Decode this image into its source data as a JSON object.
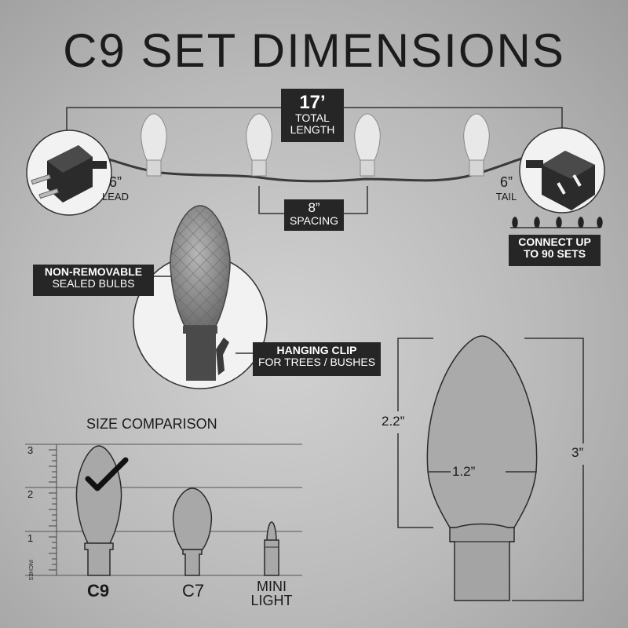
{
  "title": "C9 SET DIMENSIONS",
  "length": {
    "value": "17’",
    "line1": "TOTAL",
    "line2": "LENGTH"
  },
  "lead": {
    "value": "6”",
    "label": "LEAD"
  },
  "tail": {
    "value": "6”",
    "label": "TAIL"
  },
  "spacing": {
    "value": "8”",
    "label": "SPACING"
  },
  "connect": {
    "line1": "CONNECT UP",
    "line2": "TO 90 SETS"
  },
  "sealed": {
    "line1": "NON-REMOVABLE",
    "line2": "SEALED BULBS"
  },
  "clip": {
    "line1": "HANGING CLIP",
    "line2": "FOR TREES / BUSHES"
  },
  "size_comparison": {
    "title": "SIZE COMPARISON",
    "ruler_ticks": [
      "3",
      "2",
      "1"
    ],
    "ruler_unit": "INCHES",
    "bulbs": [
      "C9",
      "C7",
      "MINI",
      "LIGHT"
    ]
  },
  "large_bulb": {
    "height_top": "2.2”",
    "width": "1.2”",
    "total_height": "3”"
  },
  "colors": {
    "background": "#bdbdbd",
    "dark": "#262626",
    "bulb_fill": "#a8a8a8",
    "bulb_stroke": "#2a2a2a"
  }
}
